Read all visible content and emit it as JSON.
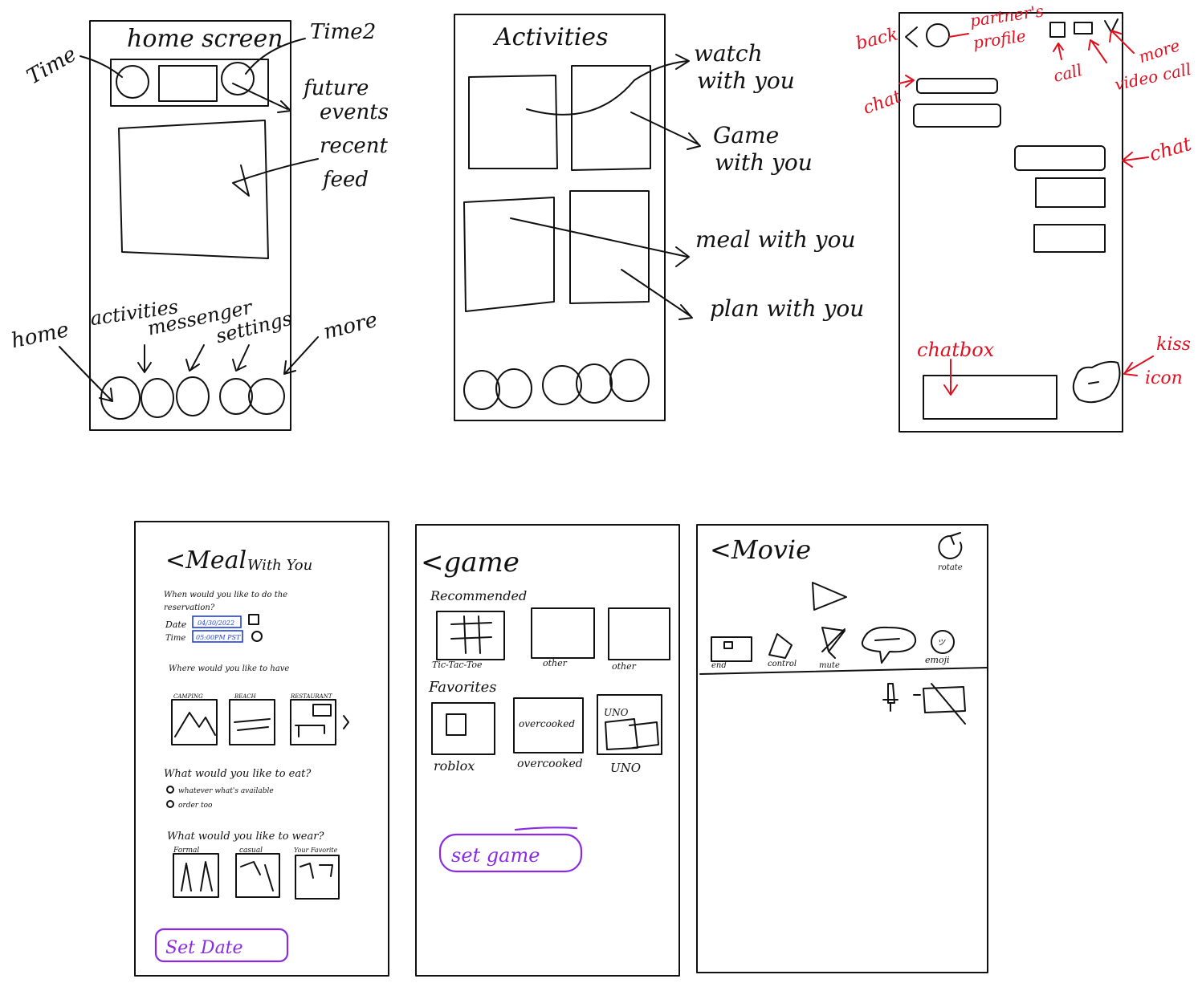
{
  "sketch1": {
    "title": "home screen",
    "labels": {
      "time_left": "Time",
      "time_right": "Time2",
      "future_events_1": "future",
      "future_events_2": "events",
      "recent_feed_1": "recent",
      "recent_feed_2": "feed",
      "home": "home",
      "activities": "activities",
      "messenger": "messenger",
      "settings": "settings",
      "more": "more"
    }
  },
  "sketch2": {
    "title": "Activities",
    "labels": {
      "watch_1": "watch",
      "watch_2": "with you",
      "game_1": "Game",
      "game_2": "with you",
      "meal": "meal with you",
      "plan": "plan with you"
    }
  },
  "sketch3": {
    "labels": {
      "back": "back",
      "partner_profile_1": "partner's",
      "partner_profile_2": "profile",
      "more": "more",
      "call": "call",
      "video_call": "video call",
      "chat_left": "chat",
      "chat_right": "chat",
      "chatbox": "chatbox",
      "kiss_1": "kiss",
      "kiss_2": "icon"
    }
  },
  "sketch4": {
    "title": "<Meal",
    "title_suffix": "With You",
    "question_when_1": "When would you like to do the",
    "question_when_2": "reservation?",
    "date_label": "Date",
    "date_value": "04/30/2022",
    "time_label": "Time",
    "time_value": "05:00PM PST",
    "question_where": "Where would you like to have",
    "places": [
      "CAMPING",
      "BEACH",
      "RESTAURANT"
    ],
    "question_eat": "What would you like to eat?",
    "eat_options": [
      "whatever what's available",
      "order too"
    ],
    "question_wear": "What would you like to wear?",
    "wear_options": [
      "Formal",
      "casual",
      "Your Favorite"
    ],
    "button": "Set Date"
  },
  "sketch5": {
    "title": "<game",
    "section_recommended": "Recommended",
    "recommended": [
      "Tic-Tac-Toe",
      "other",
      "other"
    ],
    "section_favorites": "Favorites",
    "favorites": [
      "roblox",
      "overcooked",
      "UNO"
    ],
    "fav_box_text": [
      "overcooked",
      "UNO"
    ],
    "button": "set game"
  },
  "sketch6": {
    "title": "<Movie",
    "rotate_label": "rotate",
    "toolbar": [
      "end",
      "control",
      "mute",
      "",
      "emoji"
    ],
    "emoji_glyph": "ツ"
  }
}
